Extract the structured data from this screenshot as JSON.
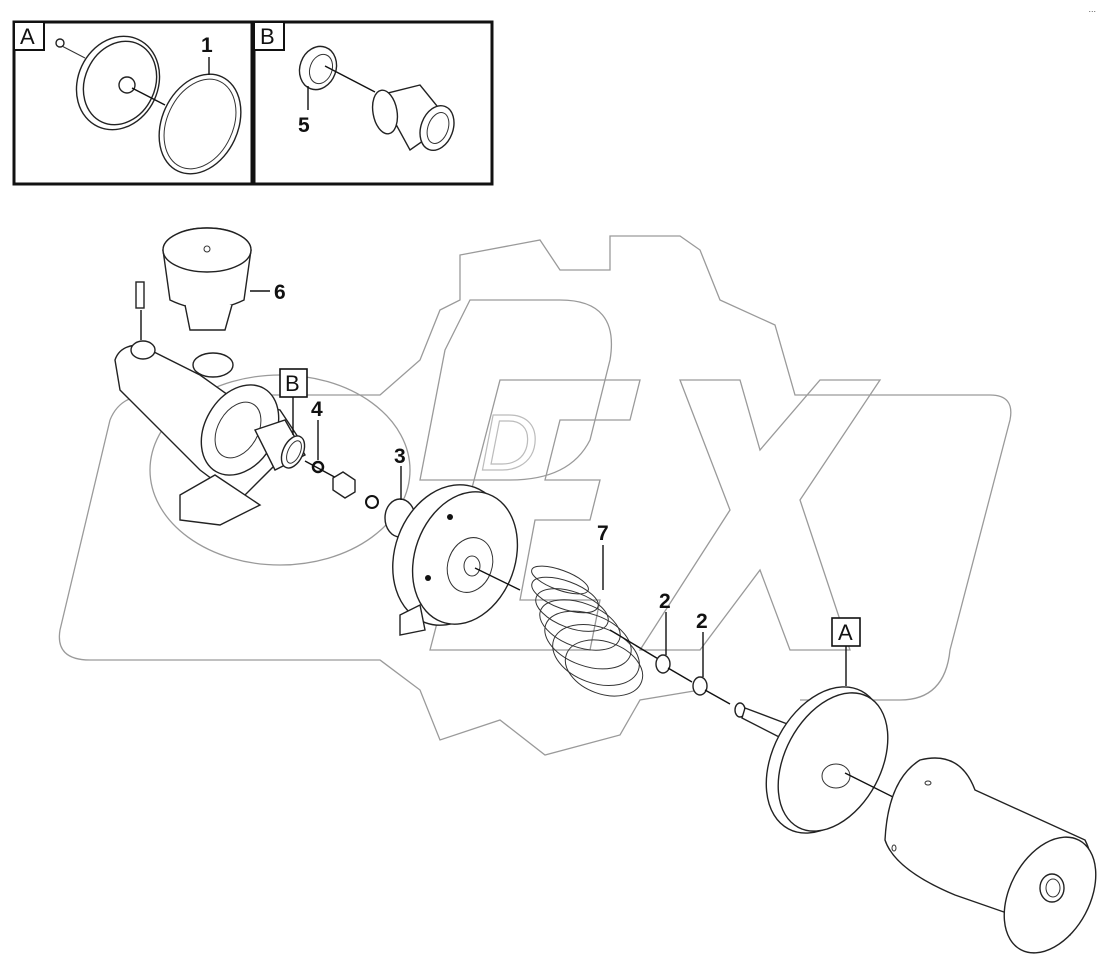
{
  "diagram": {
    "type": "exploded-parts-view",
    "watermark": {
      "text": "DEX",
      "style": "gear-outline"
    },
    "corner_mark": "..."
  },
  "insets": [
    {
      "id": "A",
      "label": "A",
      "callouts": [
        {
          "number": "1",
          "part": "piston-seal-ring"
        }
      ]
    },
    {
      "id": "B",
      "label": "B",
      "callouts": [
        {
          "number": "5",
          "part": "seal"
        }
      ]
    }
  ],
  "references": [
    {
      "label": "B",
      "target": "master-cylinder-piston"
    },
    {
      "label": "A",
      "target": "booster-piston"
    }
  ],
  "callouts": [
    {
      "number": "6",
      "part": "reservoir"
    },
    {
      "number": "4",
      "part": "snap-ring"
    },
    {
      "number": "3",
      "part": "gasket"
    },
    {
      "number": "7",
      "part": "return-spring"
    },
    {
      "number": "2",
      "part": "o-ring-1"
    },
    {
      "number": "2",
      "part": "o-ring-2"
    }
  ],
  "colors": {
    "line": "#222222",
    "watermark": "#9a9a9a",
    "background": "#ffffff"
  }
}
